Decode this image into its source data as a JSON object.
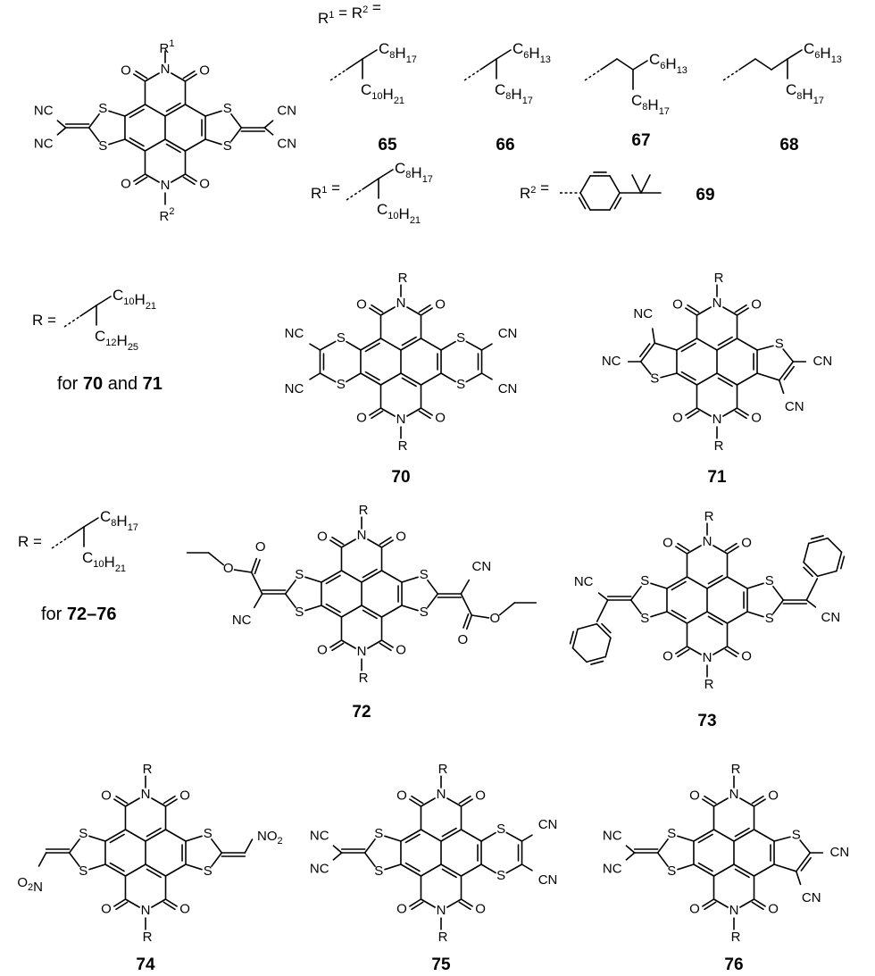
{
  "header": {
    "r_equal": "R1 = R2 ="
  },
  "chains": {
    "c8h17": "C8H17",
    "c10h21": "C10H21",
    "c6h13": "C6H13",
    "c12h25": "C12H25"
  },
  "atoms": {
    "N": "N",
    "O": "O",
    "S": "S",
    "R": "R",
    "R1": "R1",
    "R2": "R2",
    "NC": "NC",
    "CN": "CN",
    "NO2": "NO2",
    "O2N": "O2N"
  },
  "labels": {
    "r1_eq": "R1 =",
    "r2_eq": "R2 =",
    "r_eq": "R =",
    "for_70_71_pre": "for ",
    "for_70_71_a": "70",
    "for_70_71_mid": " and ",
    "for_70_71_b": "71",
    "for_72_76_pre": "for ",
    "for_72_76": "72–76"
  },
  "compounds": [
    "65",
    "66",
    "67",
    "68",
    "69",
    "70",
    "71",
    "72",
    "73",
    "74",
    "75",
    "76"
  ]
}
